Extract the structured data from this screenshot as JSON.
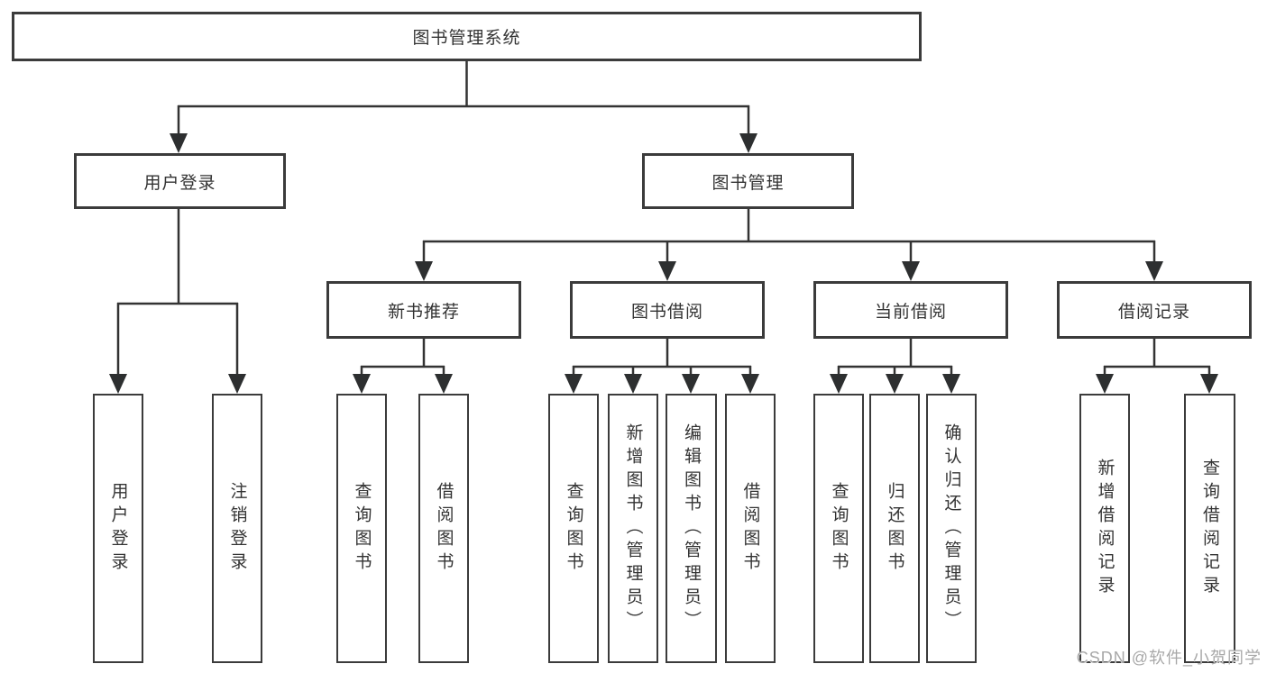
{
  "diagram": {
    "root": {
      "label": "图书管理系统"
    },
    "level2": [
      {
        "label": "用户登录",
        "parent": "图书管理系统"
      },
      {
        "label": "图书管理",
        "parent": "图书管理系统"
      }
    ],
    "level3": [
      {
        "label": "新书推荐",
        "parent": "图书管理"
      },
      {
        "label": "图书借阅",
        "parent": "图书管理"
      },
      {
        "label": "当前借阅",
        "parent": "图书管理"
      },
      {
        "label": "借阅记录",
        "parent": "图书管理"
      }
    ],
    "leaves": [
      {
        "label": "用户登录",
        "parent": "用户登录"
      },
      {
        "label": "注销登录",
        "parent": "用户登录"
      },
      {
        "label": "查询图书",
        "parent": "新书推荐"
      },
      {
        "label": "借阅图书",
        "parent": "新书推荐"
      },
      {
        "label": "查询图书",
        "parent": "图书借阅"
      },
      {
        "label": "新增图书（管理员）",
        "parent": "图书借阅"
      },
      {
        "label": "编辑图书（管理员）",
        "parent": "图书借阅"
      },
      {
        "label": "借阅图书",
        "parent": "图书借阅"
      },
      {
        "label": "查询图书",
        "parent": "当前借阅"
      },
      {
        "label": "归还图书",
        "parent": "当前借阅"
      },
      {
        "label": "确认归还（管理员）",
        "parent": "当前借阅"
      },
      {
        "label": "新增借阅记录",
        "parent": "借阅记录"
      },
      {
        "label": "查询借阅记录",
        "parent": "借阅记录"
      }
    ]
  },
  "watermark": {
    "text": "CSDN @软件_小贺同学"
  },
  "colors": {
    "background": "#ffffff",
    "line": "#333333",
    "box_border": "#3b3b3b",
    "text": "#333333",
    "arrow_fill": "#2d2f30",
    "watermark": "#a8a8a8"
  }
}
